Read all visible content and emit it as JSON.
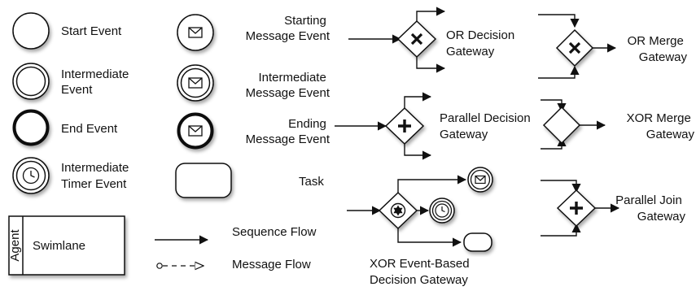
{
  "legend": {
    "start_event": "Start Event",
    "intermediate_event": [
      "Intermediate",
      "Event"
    ],
    "end_event": "End Event",
    "intermediate_timer_event": [
      "Intermediate",
      "Timer Event"
    ],
    "swimlane_pool": "Agent",
    "swimlane": "Swimlane",
    "starting_message_event": [
      "Starting",
      "Message Event"
    ],
    "intermediate_message_event": [
      "Intermediate",
      "Message Event"
    ],
    "ending_message_event": [
      "Ending",
      "Message Event"
    ],
    "task": "Task",
    "sequence_flow": "Sequence Flow",
    "message_flow": "Message Flow",
    "or_decision_gateway": [
      "OR Decision",
      "Gateway"
    ],
    "or_merge_gateway": [
      "OR Merge",
      "Gateway"
    ],
    "parallel_decision_gateway": [
      "Parallel Decision",
      "Gateway"
    ],
    "xor_merge_gateway": [
      "XOR Merge",
      "Gateway"
    ],
    "xor_event_based_decision_gateway": [
      "XOR Event-Based",
      "Decision Gateway"
    ],
    "parallel_join_gateway": [
      "Parallel Join",
      "Gateway"
    ]
  }
}
